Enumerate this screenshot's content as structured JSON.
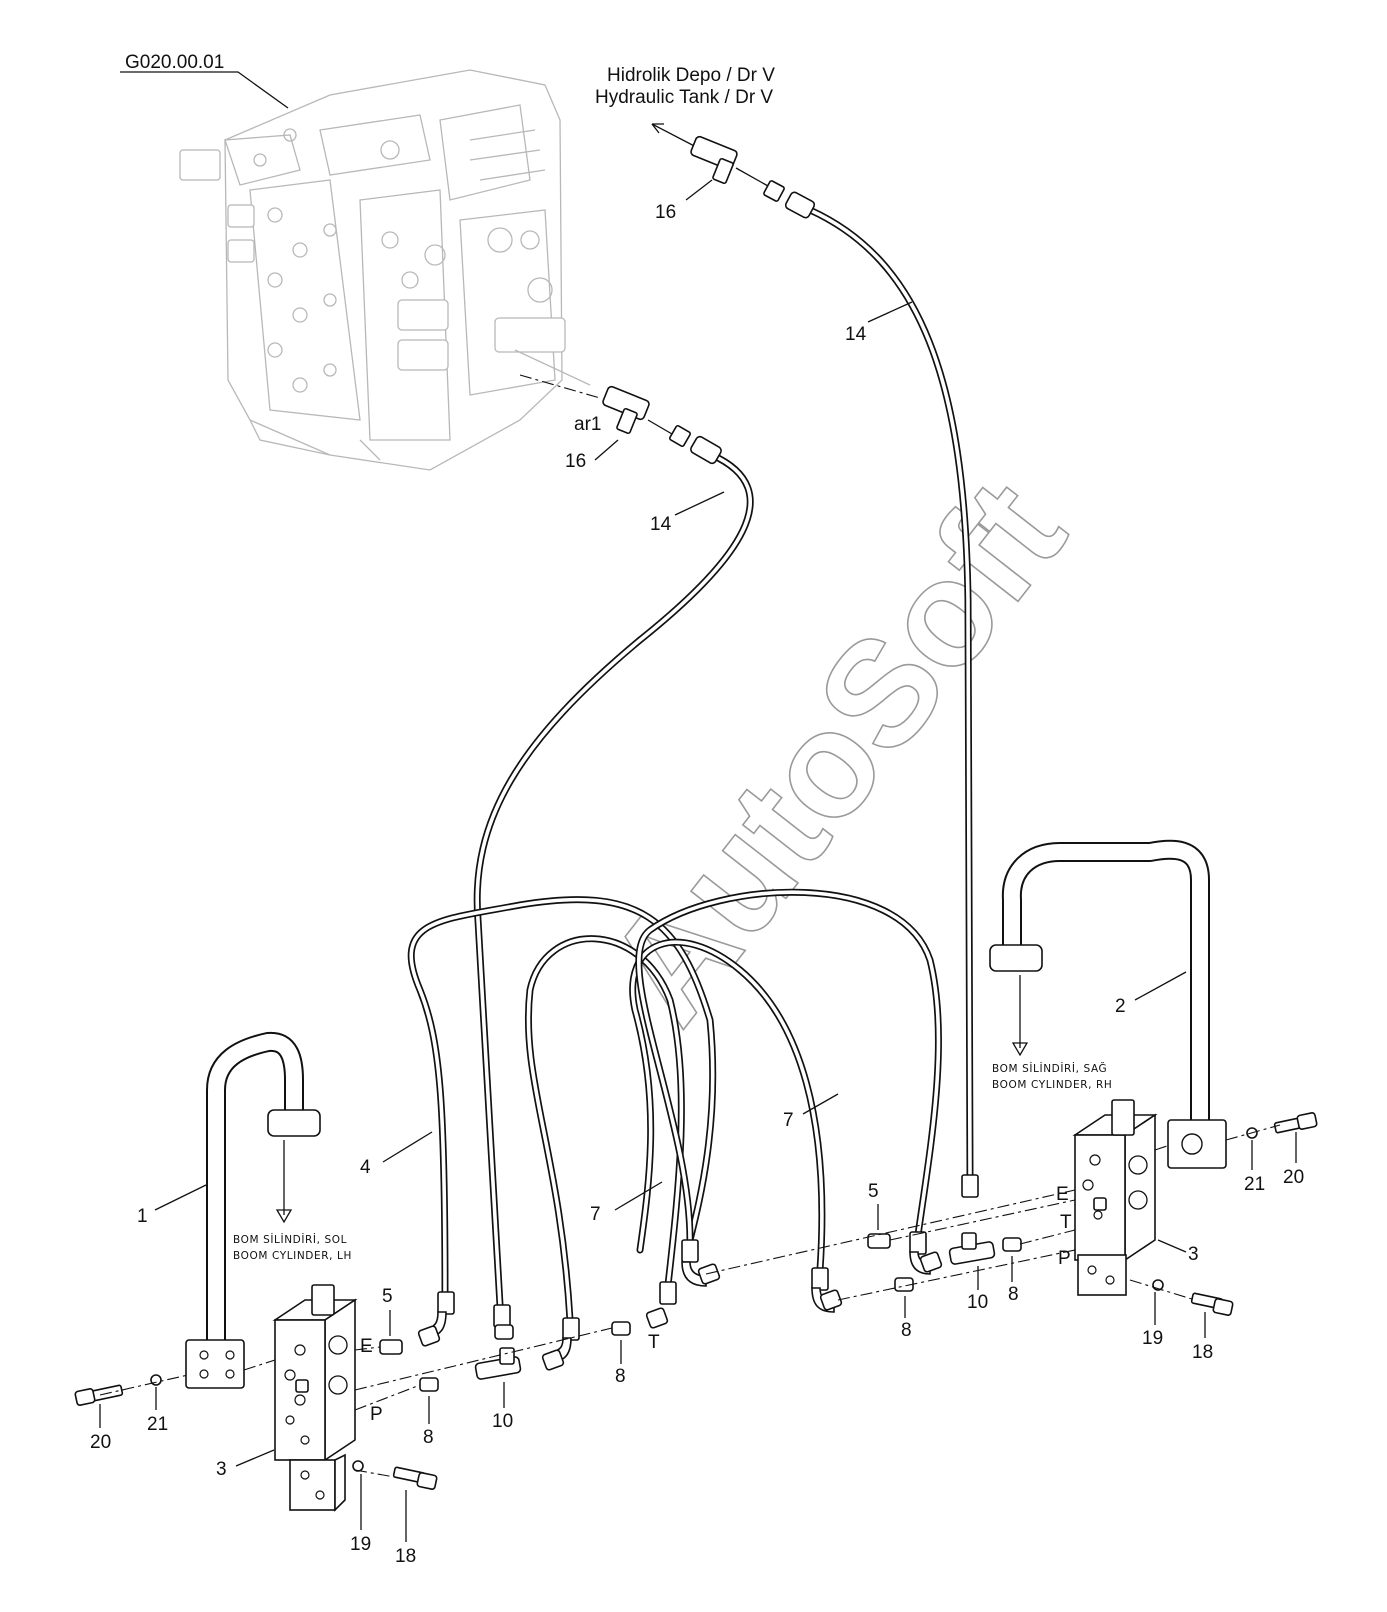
{
  "reference_label": "G020.00.01",
  "tank": {
    "line1": "Hidrolik Depo / Dr V",
    "line2": "Hydraulic Tank / Dr V"
  },
  "watermark": "AutoSoft",
  "cylinder_lh": {
    "line1": "BOM SİLİNDİRİ, SOL",
    "line2": "BOOM CYLINDER, LH"
  },
  "cylinder_rh": {
    "line1": "BOM SİLİNDİRİ, SAĞ",
    "line2": "BOOM CYLINDER, RH"
  },
  "port_marks": {
    "e": "E",
    "t": "T",
    "p": "P",
    "ar1": "ar1"
  },
  "callouts": {
    "n1": "1",
    "n2": "2",
    "n3": "3",
    "n4": "4",
    "n5": "5",
    "n7": "7",
    "n8": "8",
    "n10": "10",
    "n14": "14",
    "n16": "16",
    "n18": "18",
    "n19": "19",
    "n20": "20",
    "n21": "21"
  }
}
